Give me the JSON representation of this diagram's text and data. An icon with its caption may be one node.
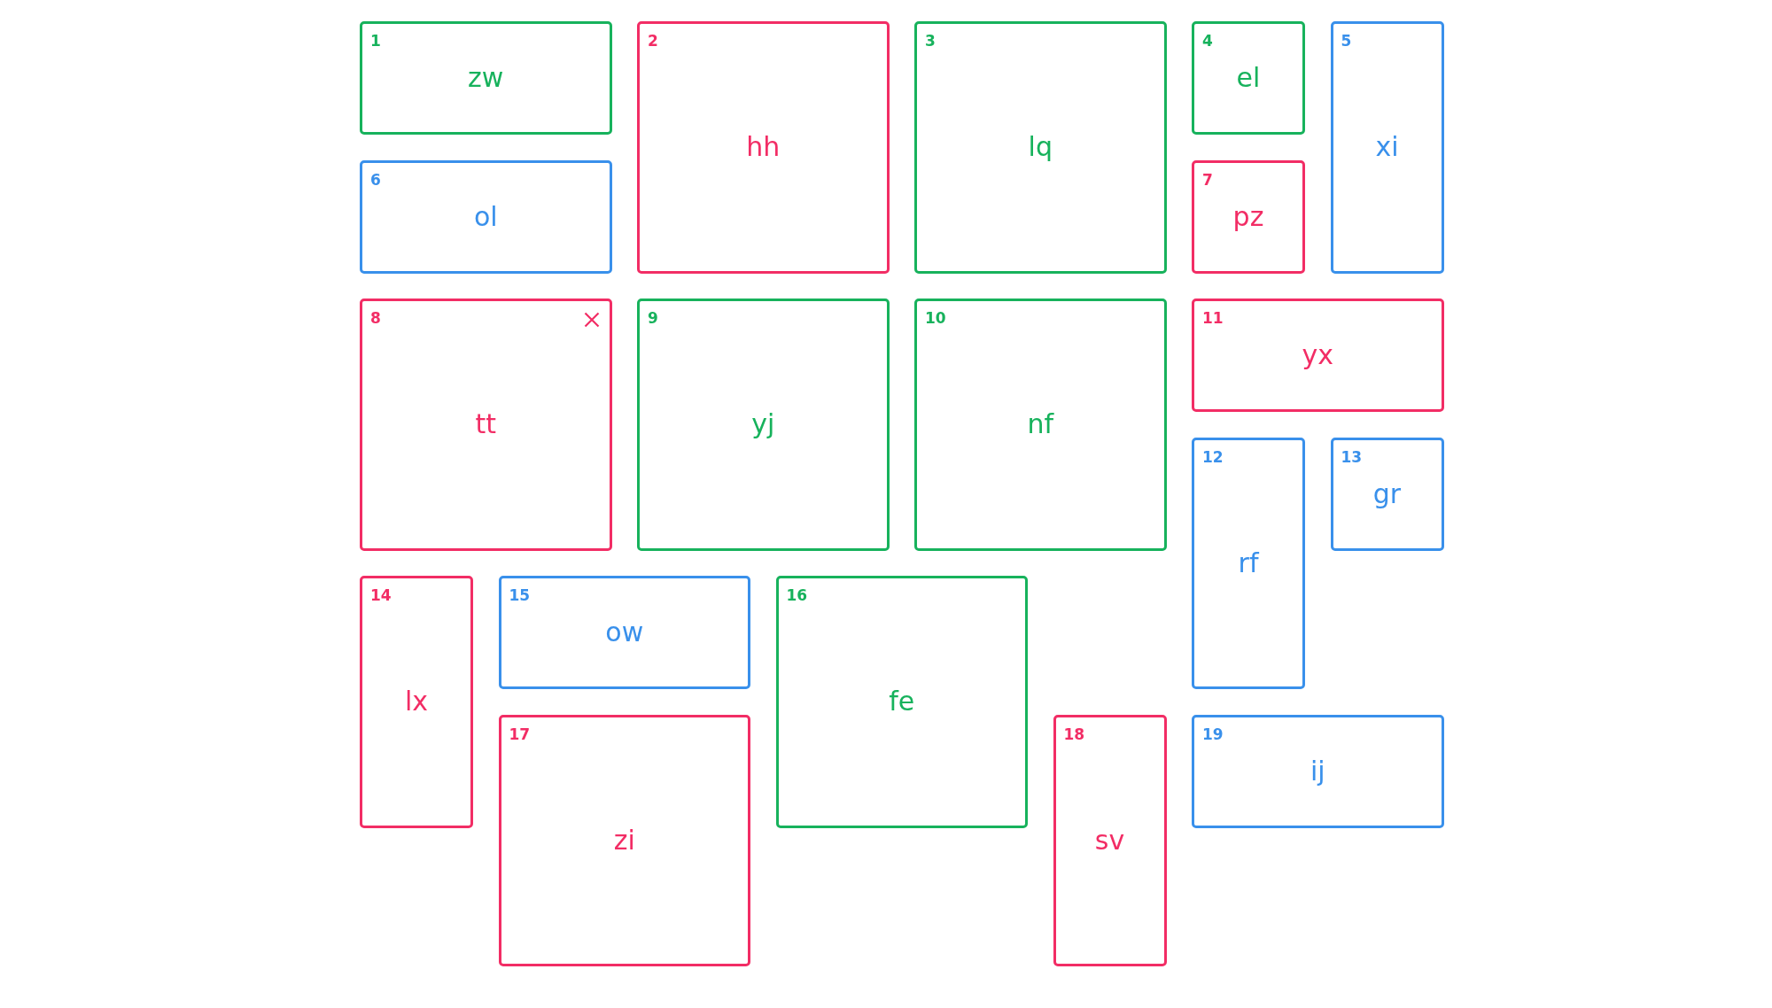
{
  "diagram": {
    "nodes": [
      {
        "text": [
          "1",
          "zw"
        ]
      },
      {
        "text": [
          "2",
          "hh"
        ]
      },
      {
        "text": [
          "3",
          "lq"
        ]
      },
      {
        "text": [
          "4",
          "el"
        ]
      },
      {
        "text": [
          "5",
          "xi"
        ]
      },
      {
        "text": [
          "6",
          "ol"
        ]
      },
      {
        "text": [
          "7",
          "pz"
        ]
      },
      {
        "text": [
          "8",
          "tt"
        ]
      },
      {
        "text": [
          "9",
          "yj"
        ]
      },
      {
        "text": [
          "10",
          "nf"
        ]
      },
      {
        "text": [
          "11",
          "yx"
        ]
      },
      {
        "text": [
          "12",
          "rf"
        ]
      },
      {
        "text": [
          "13",
          "gr"
        ]
      },
      {
        "text": [
          "14",
          "lx"
        ]
      },
      {
        "text": [
          "15",
          "ow"
        ]
      },
      {
        "text": [
          "16",
          "fe"
        ]
      },
      {
        "text": [
          "17",
          "zi"
        ]
      },
      {
        "text": [
          "18",
          "sv"
        ]
      },
      {
        "text": [
          "19",
          "ij"
        ]
      }
    ]
  }
}
